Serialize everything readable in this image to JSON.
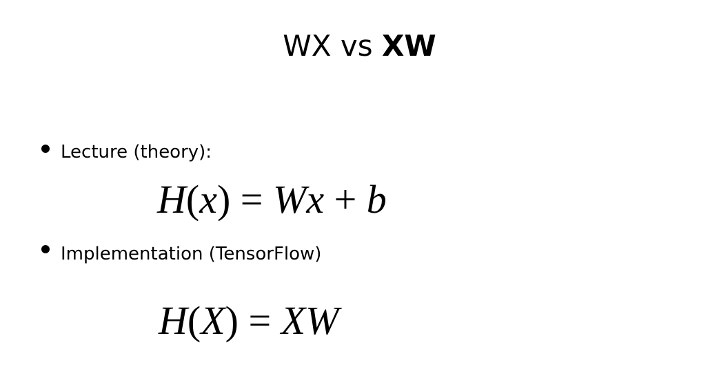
{
  "title": {
    "part1": "WX vs ",
    "part2": "XW"
  },
  "bullets": [
    {
      "text": "Lecture (theory):",
      "equation": {
        "lhs_fn": "H",
        "lhs_open": "(",
        "lhs_var": "x",
        "lhs_close": ")",
        "eq": " = ",
        "rhs1": "Wx",
        "plus": " + ",
        "rhs2": "b"
      }
    },
    {
      "text": "Implementation (TensorFlow)",
      "equation": {
        "lhs_fn": "H",
        "lhs_open": "(",
        "lhs_var": "X",
        "lhs_close": ")",
        "eq": " = ",
        "rhs1": "XW"
      }
    }
  ]
}
